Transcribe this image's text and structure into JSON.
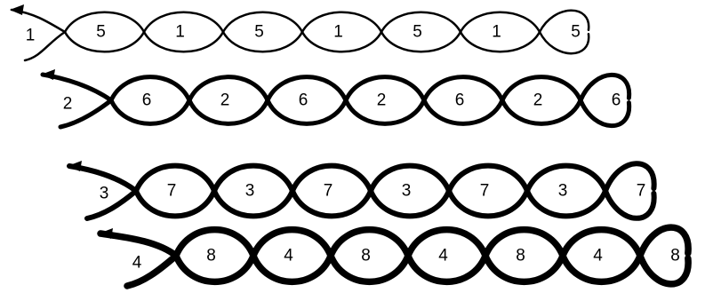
{
  "diagram": {
    "stroke_color": "#000000",
    "background_color": "#ffffff",
    "rows": [
      {
        "number": "1",
        "loop_labels": [
          "5",
          "1",
          "5",
          "1",
          "5",
          "1",
          "5"
        ],
        "line_weight": 2.5
      },
      {
        "number": "2",
        "loop_labels": [
          "6",
          "2",
          "6",
          "2",
          "6",
          "2",
          "6"
        ],
        "line_weight": 5
      },
      {
        "number": "3",
        "loop_labels": [
          "7",
          "3",
          "7",
          "3",
          "7",
          "3",
          "7"
        ],
        "line_weight": 6
      },
      {
        "number": "4",
        "loop_labels": [
          "8",
          "4",
          "8",
          "4",
          "8",
          "4",
          "8"
        ],
        "line_weight": 7.5
      }
    ]
  }
}
